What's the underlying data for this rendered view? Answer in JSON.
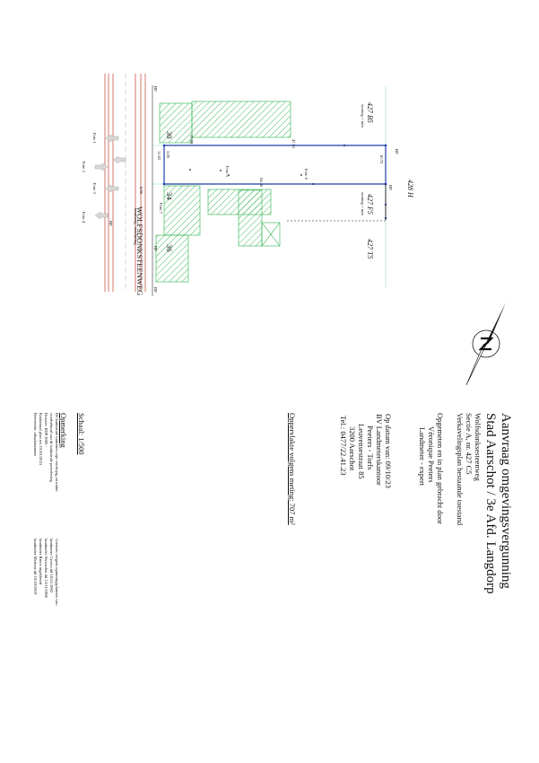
{
  "plan": {
    "road_label": "WOLFSDONKSTEENWEG",
    "road_sublabel": "buurtweg / ontsluiting",
    "house_numbers": [
      "30",
      "34",
      "36"
    ],
    "parcel_labels": [
      "427 B5",
      "427 F5",
      "427 T5",
      "428 H"
    ],
    "parcel_sublabels": [
      "woning + tuin",
      "woning + tuin"
    ],
    "measurements": [
      "17.09",
      "47.51",
      "10.75",
      "11.02",
      "64.36",
      "5.95",
      "3.06"
    ],
    "photo_labels": [
      "Foto 1",
      "Foto 2",
      "Foto 3",
      "Foto 4",
      "Foto 5",
      "Foto 6",
      "Foto 7"
    ],
    "point_codes": [
      "BP",
      "BP",
      "BP",
      "BP",
      "BP",
      "BP"
    ],
    "colors": {
      "boundary": "#1f3fa8",
      "hatch": "#2bb24c",
      "road": "#c0392b",
      "grid": "#7fd3c6"
    }
  },
  "title_block": {
    "title_line1": "Aanvraag omgevingsvergunning",
    "title_line2": "Stad Aarschot / 3e Afd. Langdorp",
    "street": "Wolfsdonksesteenweg",
    "section": "Sectie A, nr. 427 C5",
    "plan_type": "Verkavelingsplan bestaande toestand",
    "measured_by": "Opgemeten en in plan gebracht door",
    "surveyor_name": "Véronique Peeters",
    "surveyor_title": "Landmeter - expert",
    "date_line": "Op datum van: 09/10/23",
    "office": "BV Landmeterskantoor",
    "office_names": "Peeters - Torfs",
    "address": "Leuvensestraat 85",
    "city": "3200 Aarschot",
    "phone": "Tel.: 0477/22.41.23",
    "area": "Oppervlakte volgens meting: 707 m²",
    "scale": "Schaal: 1/500",
    "remark_heading": "Opmerking",
    "remark_lines": [
      "De kadastrale nummers zijn voorlopig en onder",
      "voorbehoud van de kadastrale percelering",
      "Dossier: EDP 2006 -",
      "Kadastraal plan ref. 01/01/2023",
      "Referentie: aflaaknummer"
    ],
    "limit_lines": [
      "Grenzen volgens opmetingsplannen van:",
      "landmeter Gevers dd 16/11/1962",
      "landmeter Verwuilen dd 13/11/1986",
      "landmeter Broos ingekleurd",
      "landmeter Mertens dd 16/10/2019"
    ]
  }
}
